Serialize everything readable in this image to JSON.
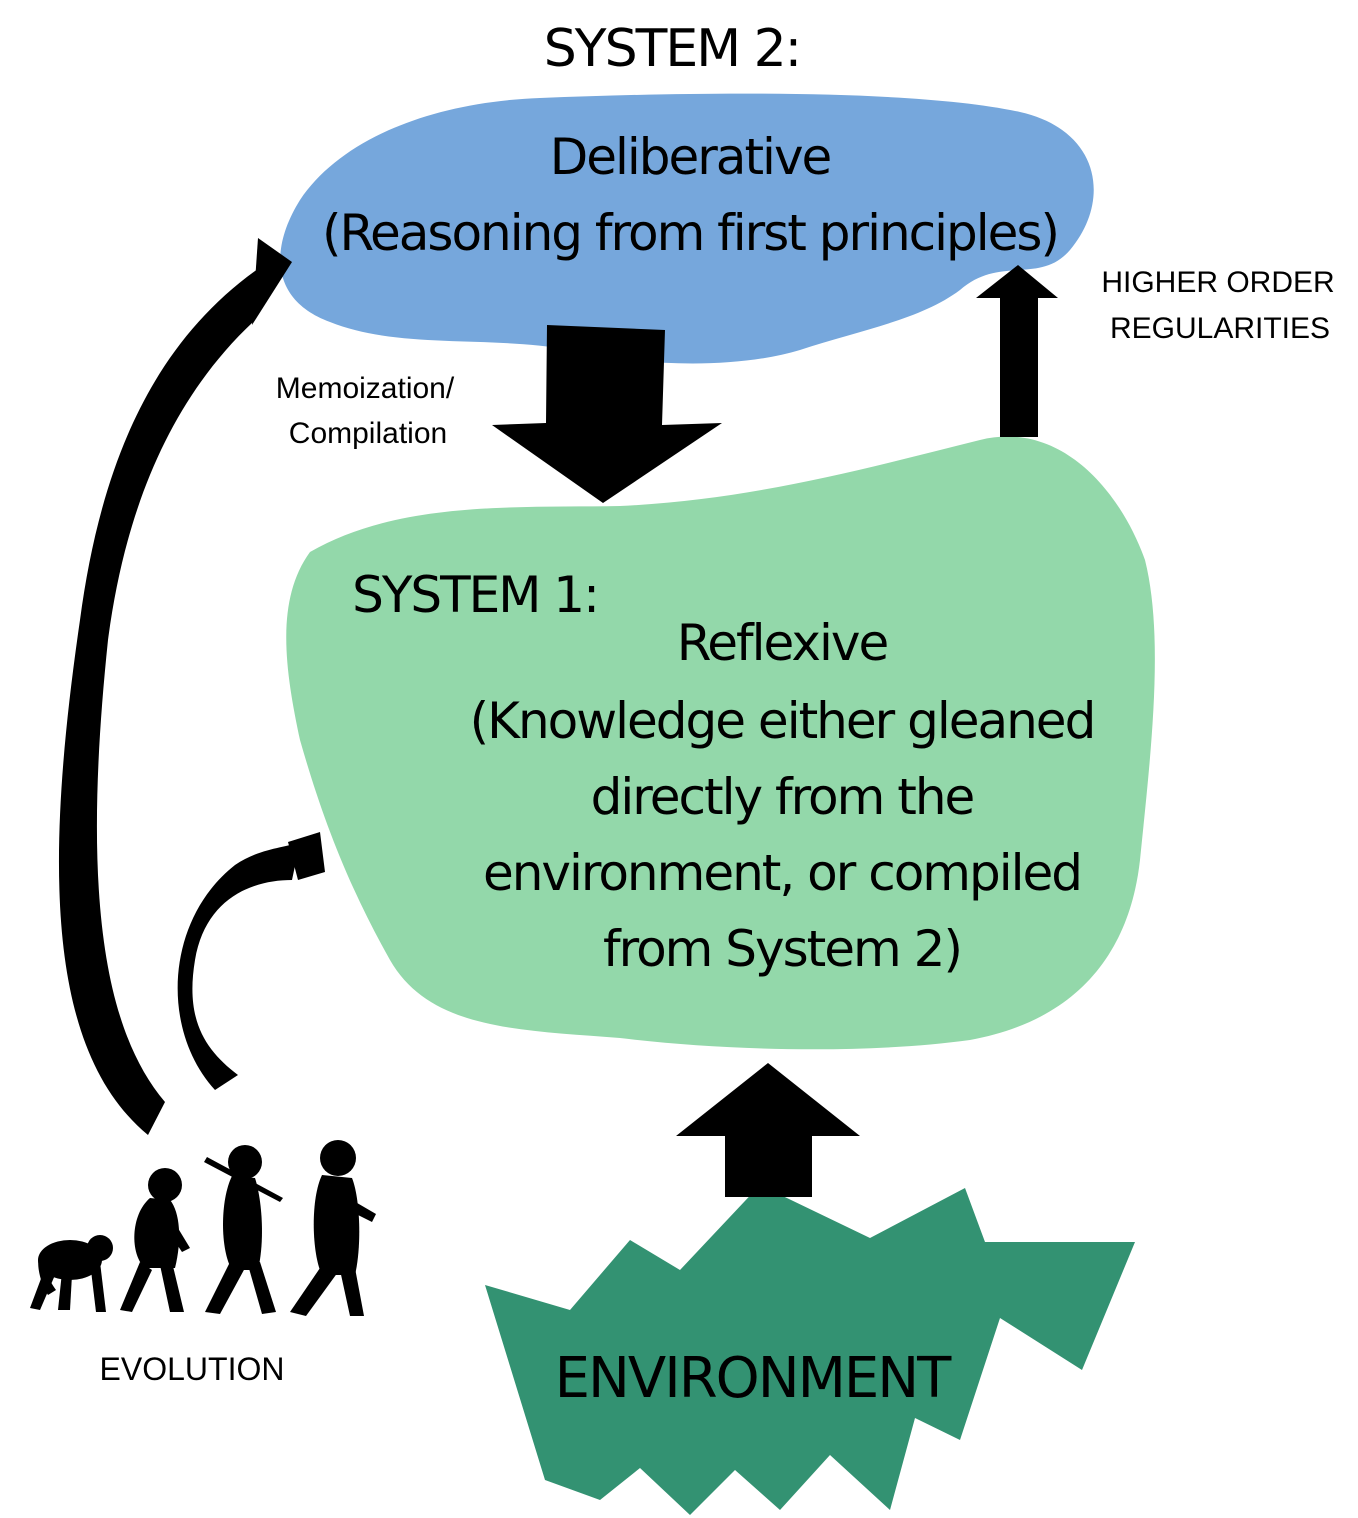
{
  "system2": {
    "heading": "SYSTEM 2:",
    "title": "Deliberative",
    "subtitle": "(Reasoning from first principles)",
    "color": "#76a7dc"
  },
  "system1": {
    "heading": "SYSTEM 1:",
    "title": "Reflexive",
    "description_lines": [
      "(Knowledge either gleaned",
      "directly from the",
      "environment, or compiled",
      "from System 2)"
    ],
    "color": "#93d8aa"
  },
  "labels": {
    "memoization_line1": "Memoization/",
    "memoization_line2": "Compilation",
    "higher_order_line1": "HIGHER ORDER",
    "higher_order_line2": "REGULARITIES",
    "evolution": "EVOLUTION"
  },
  "environment": {
    "label": "ENVIRONMENT",
    "color": "#339272"
  },
  "arrows": {
    "color": "#000000",
    "items": [
      {
        "name": "memoization-arrow",
        "from": "System 2",
        "to": "System 1"
      },
      {
        "name": "higher-order-arrow",
        "from": "System 1",
        "to": "System 2"
      },
      {
        "name": "environment-arrow",
        "from": "Environment",
        "to": "System 1"
      },
      {
        "name": "evolution-to-system2-arrow",
        "from": "Evolution",
        "to": "System 2"
      },
      {
        "name": "evolution-to-system1-arrow",
        "from": "Evolution",
        "to": "System 1"
      }
    ]
  },
  "icons": {
    "evolution": "human-evolution-silhouettes-icon"
  }
}
